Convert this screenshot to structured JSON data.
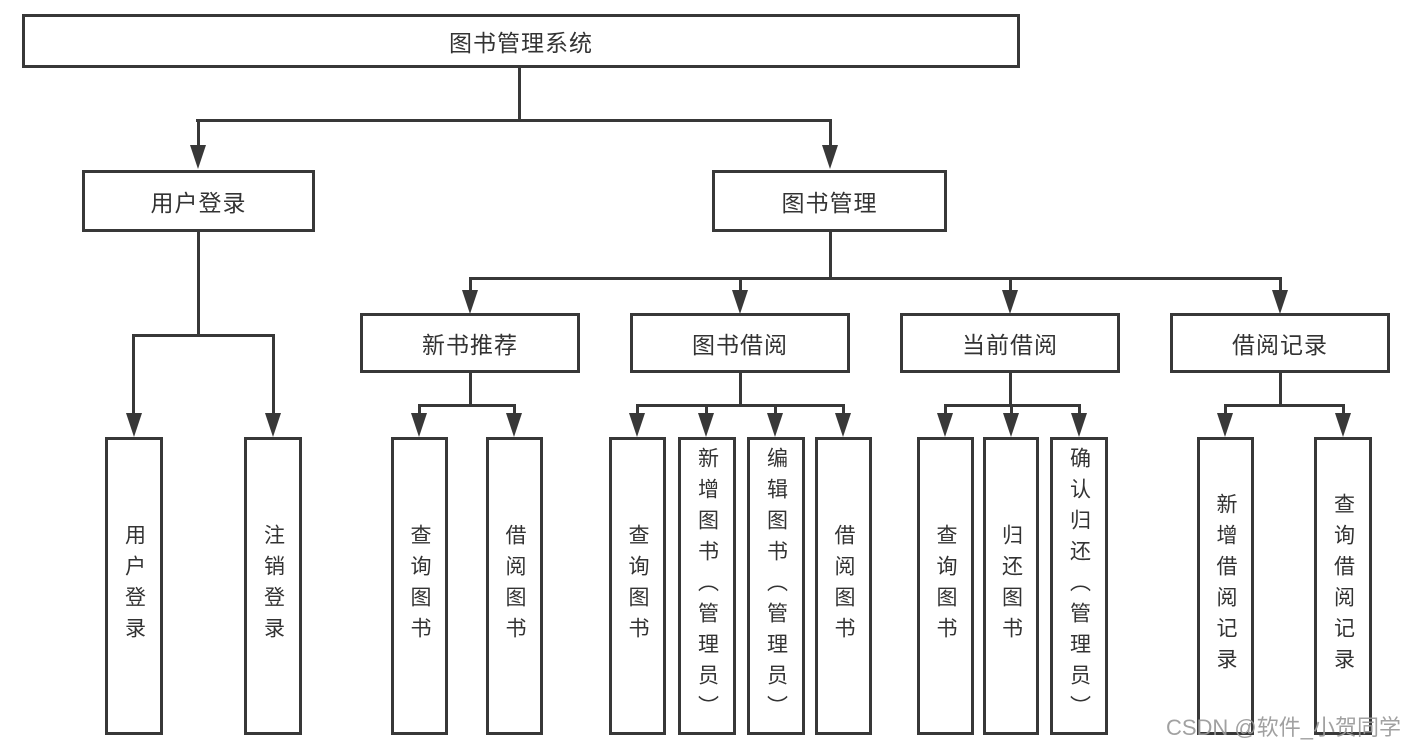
{
  "diagram": {
    "type": "hierarchy-tree",
    "colors": {
      "line": "#383838",
      "box_border": "#383838",
      "text": "#333333",
      "background": "#ffffff",
      "watermark": "#9a9a9a"
    },
    "tree": {
      "root": "图书管理系统",
      "children": [
        {
          "label": "用户登录",
          "leaves": [
            "用户登录",
            "注销登录"
          ]
        },
        {
          "label": "图书管理",
          "children": [
            {
              "label": "新书推荐",
              "leaves": [
                "查询图书",
                "借阅图书"
              ]
            },
            {
              "label": "图书借阅",
              "leaves": [
                "查询图书",
                "新增图书（管理员）",
                "编辑图书（管理员）",
                "借阅图书"
              ]
            },
            {
              "label": "当前借阅",
              "leaves": [
                "查询图书",
                "归还图书",
                "确认归还（管理员）"
              ]
            },
            {
              "label": "借阅记录",
              "leaves": [
                "新增借阅记录",
                "查询借阅记录"
              ]
            }
          ]
        }
      ]
    },
    "watermark": "CSDN @软件_小贺同学"
  }
}
